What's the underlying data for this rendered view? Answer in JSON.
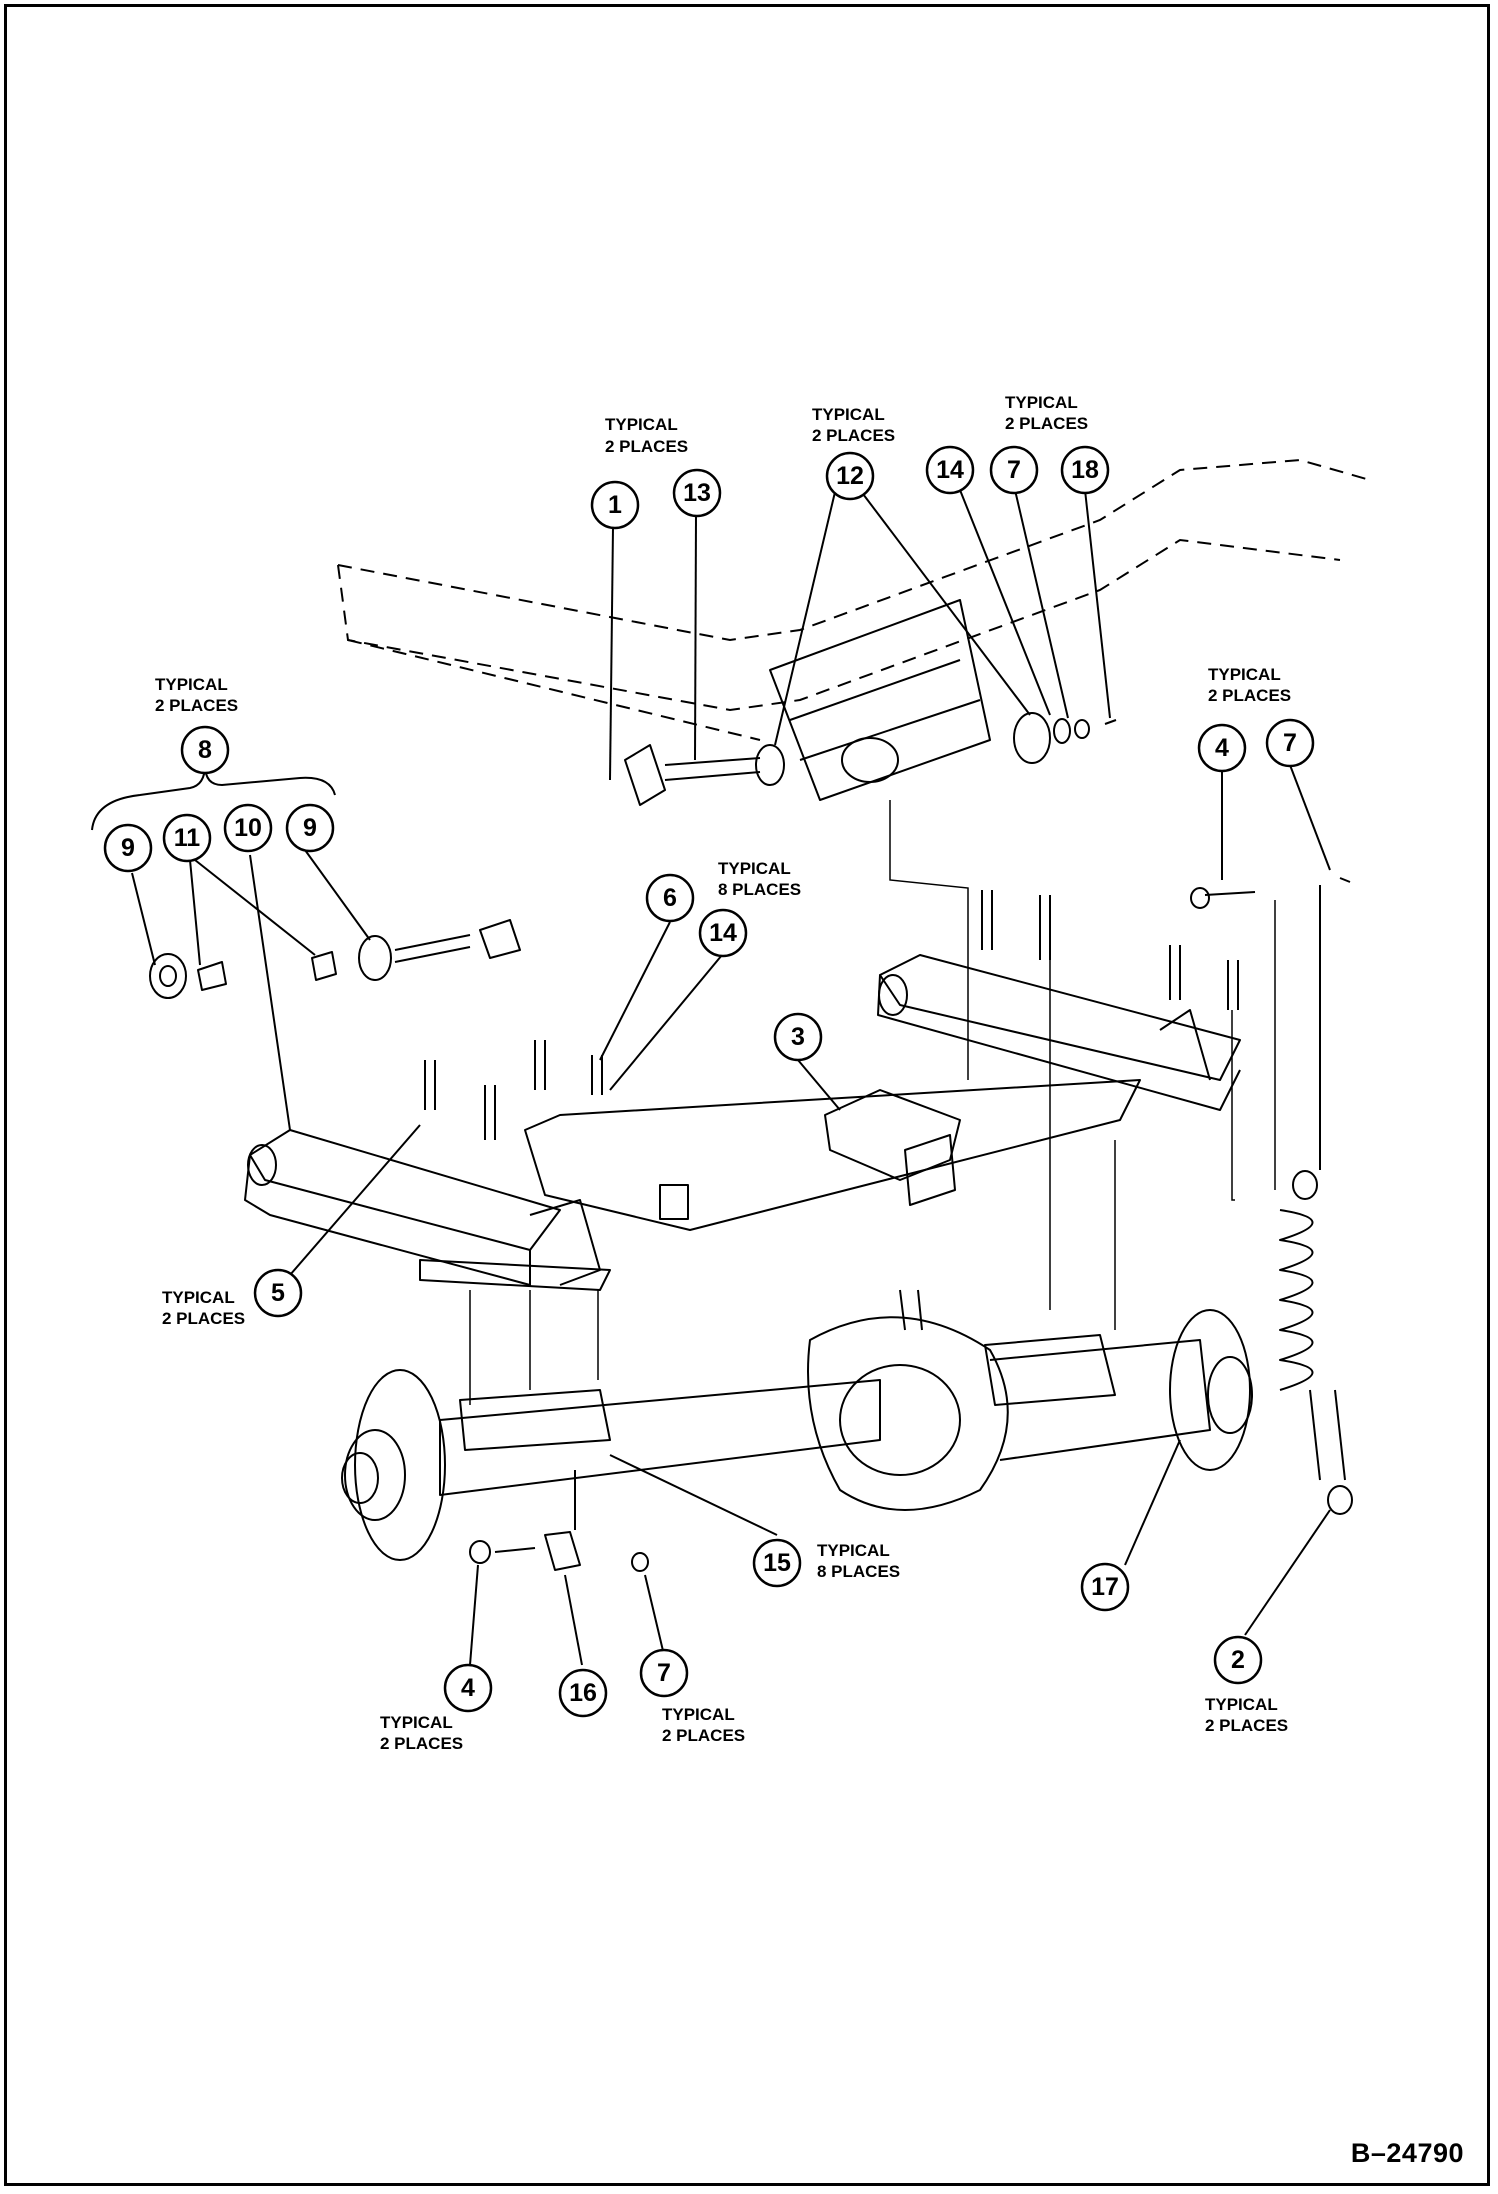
{
  "callouts": [
    {
      "id": "c1",
      "label": "1"
    },
    {
      "id": "c13",
      "label": "13"
    },
    {
      "id": "c12",
      "label": "12"
    },
    {
      "id": "c14a",
      "label": "14"
    },
    {
      "id": "c7a",
      "label": "7"
    },
    {
      "id": "c18",
      "label": "18"
    },
    {
      "id": "c8",
      "label": "8"
    },
    {
      "id": "c9a",
      "label": "9"
    },
    {
      "id": "c11",
      "label": "11"
    },
    {
      "id": "c10",
      "label": "10"
    },
    {
      "id": "c9b",
      "label": "9"
    },
    {
      "id": "c6",
      "label": "6"
    },
    {
      "id": "c14b",
      "label": "14"
    },
    {
      "id": "c3",
      "label": "3"
    },
    {
      "id": "c4a",
      "label": "4"
    },
    {
      "id": "c7b",
      "label": "7"
    },
    {
      "id": "c5",
      "label": "5"
    },
    {
      "id": "c15",
      "label": "15"
    },
    {
      "id": "c17",
      "label": "17"
    },
    {
      "id": "c2",
      "label": "2"
    },
    {
      "id": "c4b",
      "label": "4"
    },
    {
      "id": "c16",
      "label": "16"
    },
    {
      "id": "c7c",
      "label": "7"
    }
  ],
  "notes": {
    "typical": "TYPICAL",
    "two_places": "2 PLACES",
    "eight_places": "8 PLACES"
  },
  "document_number": "B–24790"
}
